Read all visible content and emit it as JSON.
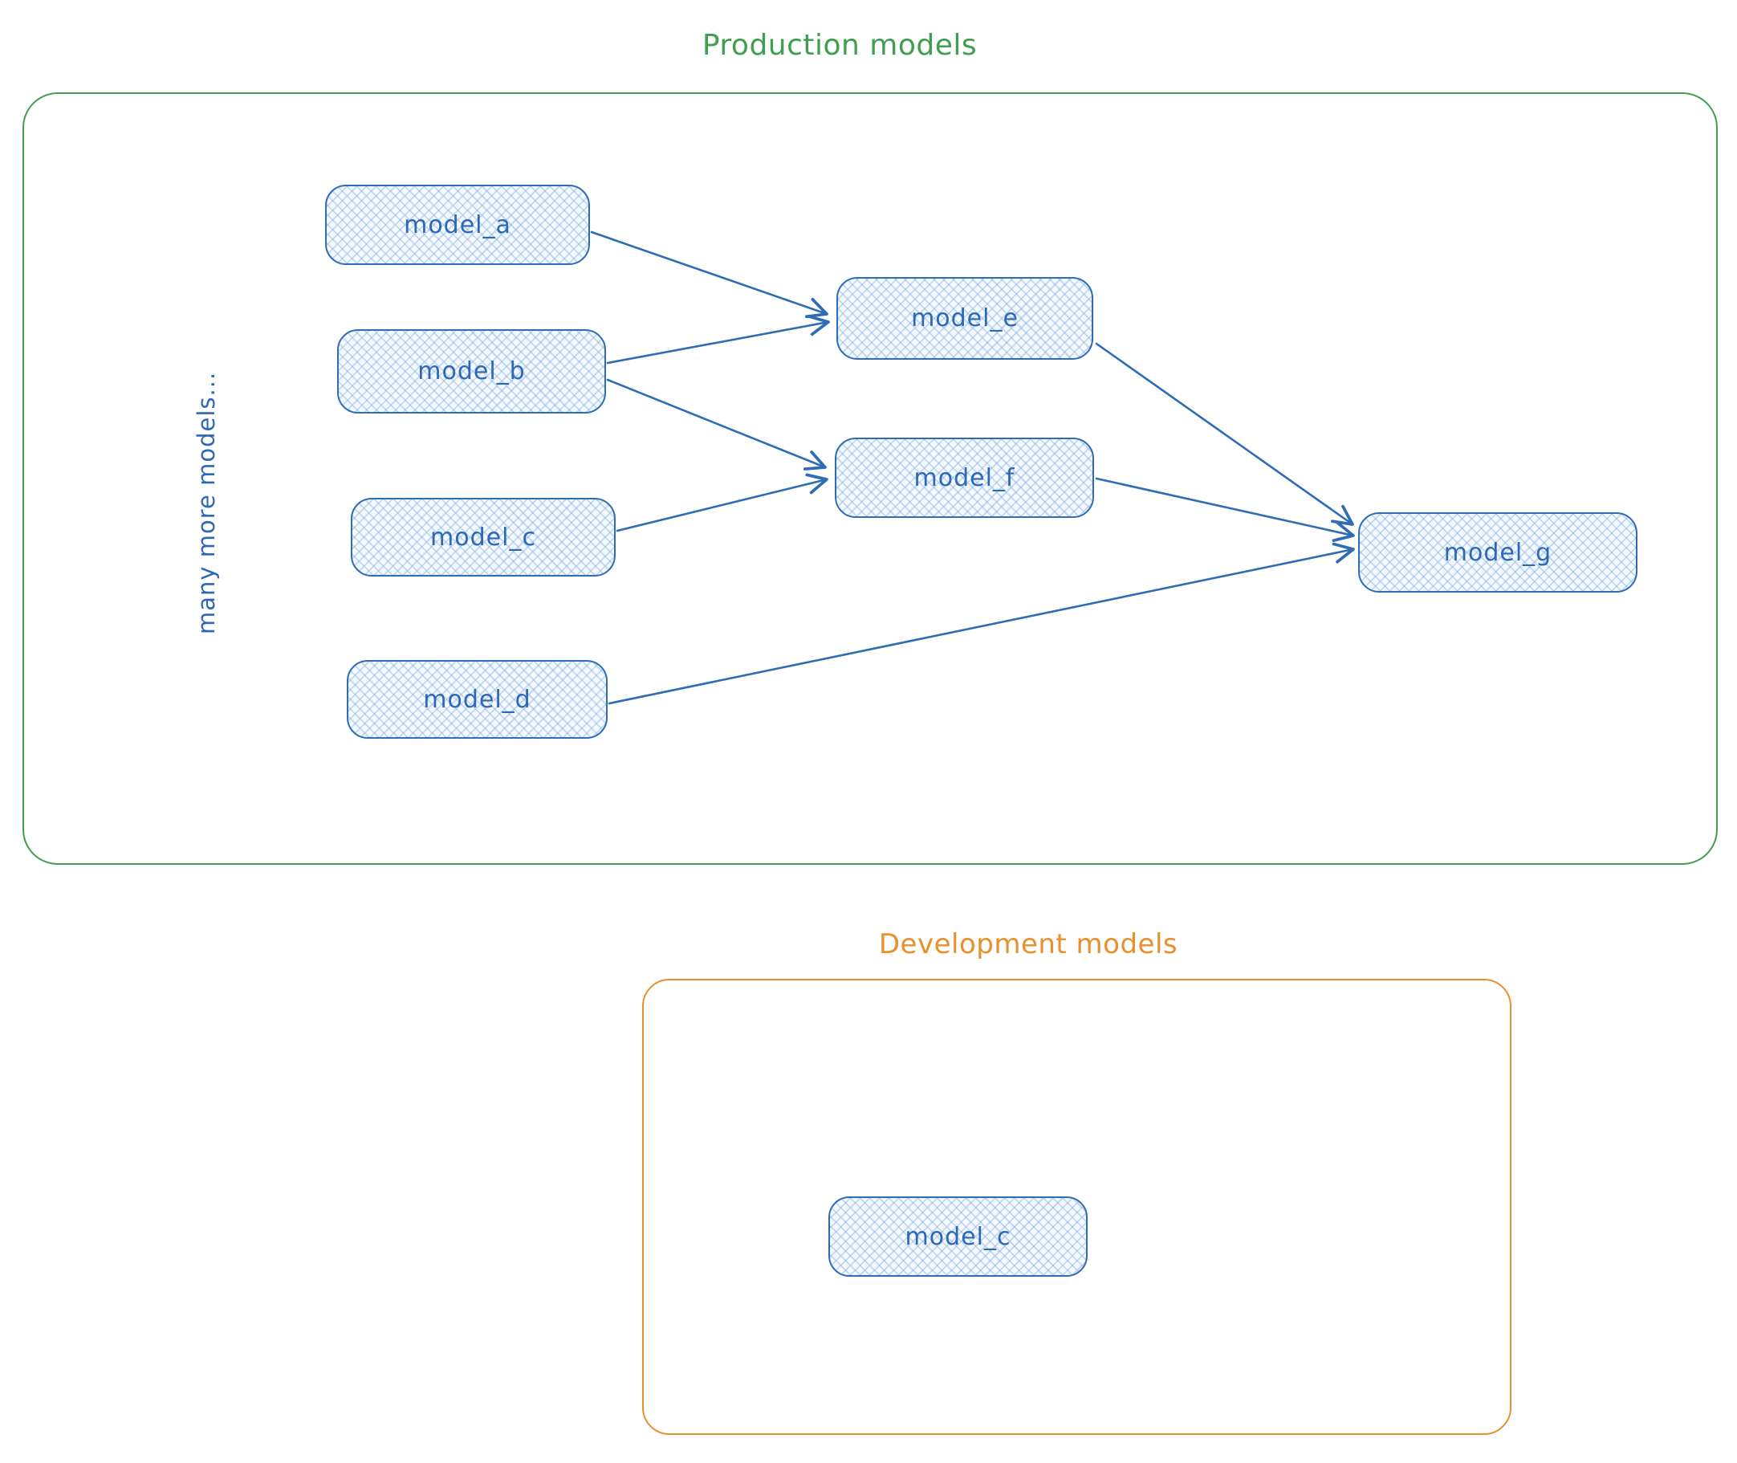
{
  "colors": {
    "production_frame": "#3f9e4f",
    "development_frame": "#e8902c",
    "node_border": "#2e6cb4",
    "node_text": "#2d68b6",
    "node_fill": "#eaf2fb"
  },
  "production": {
    "title": "Production models",
    "side_label": "many more models...",
    "nodes": [
      {
        "id": "model_a",
        "label": "model_a"
      },
      {
        "id": "model_b",
        "label": "model_b"
      },
      {
        "id": "model_c",
        "label": "model_c"
      },
      {
        "id": "model_d",
        "label": "model_d"
      },
      {
        "id": "model_e",
        "label": "model_e"
      },
      {
        "id": "model_f",
        "label": "model_f"
      },
      {
        "id": "model_g",
        "label": "model_g"
      }
    ],
    "edges": [
      {
        "from": "model_a",
        "to": "model_e"
      },
      {
        "from": "model_b",
        "to": "model_e"
      },
      {
        "from": "model_b",
        "to": "model_f"
      },
      {
        "from": "model_c",
        "to": "model_f"
      },
      {
        "from": "model_e",
        "to": "model_g"
      },
      {
        "from": "model_f",
        "to": "model_g"
      },
      {
        "from": "model_d",
        "to": "model_g"
      }
    ]
  },
  "development": {
    "title": "Development models",
    "nodes": [
      {
        "id": "model_c_dev",
        "label": "model_c"
      }
    ]
  }
}
